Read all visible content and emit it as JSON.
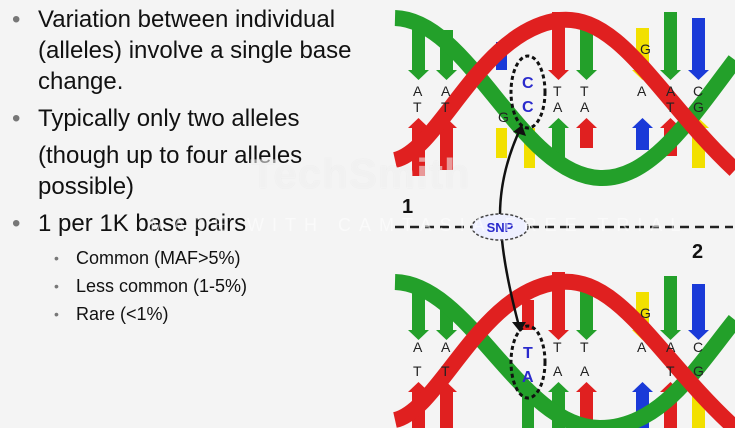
{
  "bullets": [
    {
      "text": "Variation between individual (alleles) involve a single base change."
    },
    {
      "text": "Typically only two alleles",
      "extra": "(though up to four alleles possible)"
    },
    {
      "text": "1 per 1K base pairs",
      "sub": [
        "Common (MAF>5%)",
        "Less common (1-5%)",
        "Rare (<1%)"
      ]
    }
  ],
  "diagram": {
    "label_1": "1",
    "label_2": "2",
    "snp_label": "SNP",
    "top_bases_upper": [
      "A",
      "A",
      "C",
      "T",
      "T",
      "A",
      "C"
    ],
    "top_bases_lower": [
      "T",
      "T",
      "G",
      "A",
      "A",
      "T",
      "G"
    ],
    "top_extra": [
      "G",
      "G",
      "C"
    ],
    "snp_top": [
      "C",
      "C"
    ],
    "bottom_bases_upper": [
      "A",
      "A",
      "T",
      "T",
      "A",
      "C"
    ],
    "bottom_bases_lower": [
      "T",
      "T",
      "A",
      "A",
      "T",
      "G"
    ],
    "bottom_extra": [
      "G",
      "G",
      "C"
    ],
    "snp_bottom": [
      "T",
      "A"
    ]
  },
  "watermark": {
    "brand": "TechSmith",
    "tagline": "MADE WITH CAMTASIA FREE TRIAL"
  },
  "colors": {
    "red": "#e02020",
    "green": "#23a02a",
    "blue": "#1a3ad8",
    "yellow": "#f2e000",
    "snp_text": "#2a2acc"
  }
}
